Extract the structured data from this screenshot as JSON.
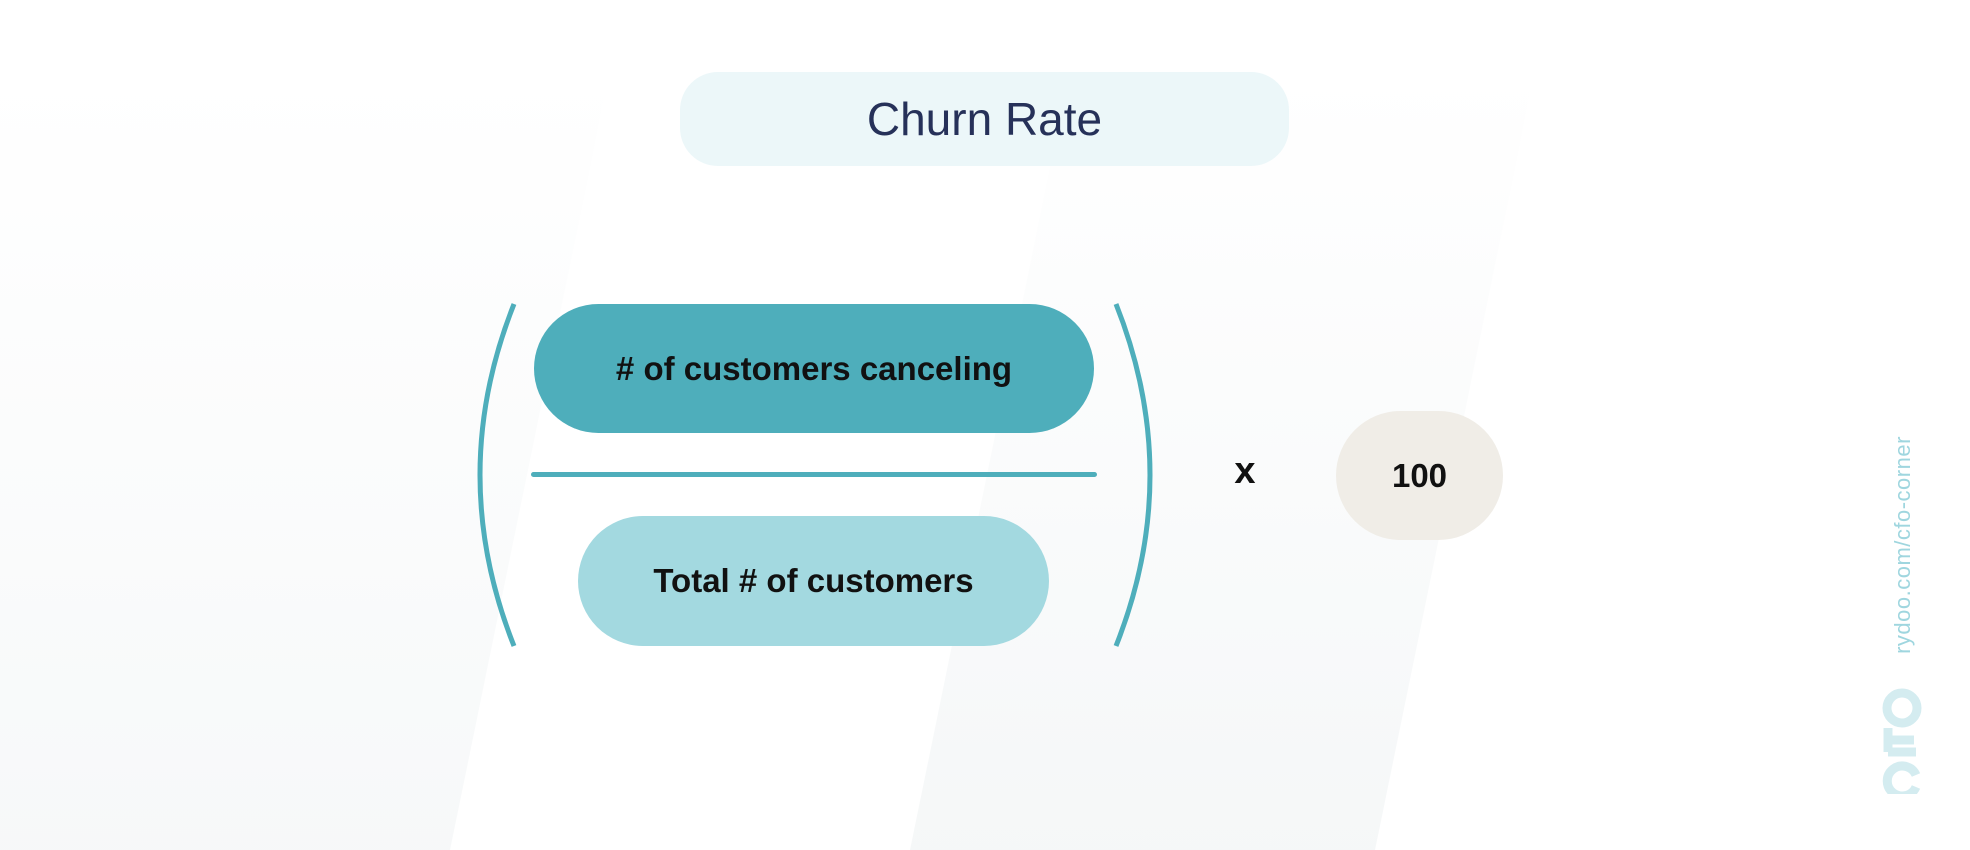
{
  "title": "Churn Rate",
  "formula": {
    "numerator": "# of customers canceling",
    "denominator": "Total # of customers",
    "operator": "x",
    "multiplier": "100"
  },
  "branding": {
    "url": "rydoo.com/cfo-corner",
    "logo_text": "CFO"
  },
  "colors": {
    "numerator_fill": "#4eaebb",
    "denominator_fill": "#a3d9e0",
    "multiplier_fill": "#f0ede7",
    "title_fill": "#ecf7f9",
    "title_text": "#263159",
    "accent": "#4eaebb"
  }
}
